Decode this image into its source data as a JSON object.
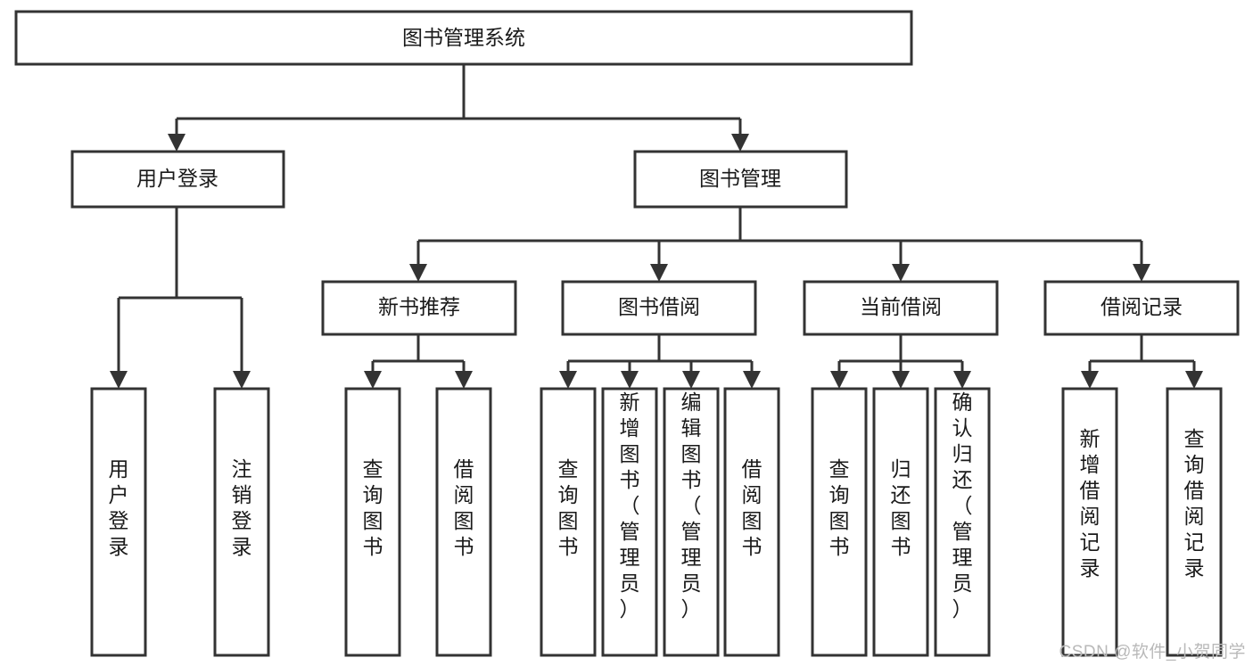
{
  "diagram": {
    "type": "tree-hierarchy",
    "title": "图书管理系统",
    "watermark": "CSDN @软件_小贺同学",
    "colors": {
      "stroke": "#333333",
      "fill": "#ffffff",
      "text": "#1a1a1a",
      "watermark": "#b9b9b9",
      "background": "#ffffff"
    },
    "levels": [
      {
        "level": 1,
        "nodes": [
          {
            "id": "root",
            "label": "图书管理系统",
            "orientation": "horizontal"
          }
        ]
      },
      {
        "level": 2,
        "nodes": [
          {
            "id": "user-login",
            "label": "用户登录",
            "orientation": "horizontal",
            "parent": "root"
          },
          {
            "id": "book-manage",
            "label": "图书管理",
            "orientation": "horizontal",
            "parent": "root"
          }
        ]
      },
      {
        "level": 3,
        "nodes": [
          {
            "id": "new-book-rec",
            "label": "新书推荐",
            "orientation": "horizontal",
            "parent": "book-manage"
          },
          {
            "id": "book-borrow",
            "label": "图书借阅",
            "orientation": "horizontal",
            "parent": "book-manage"
          },
          {
            "id": "current-borrow",
            "label": "当前借阅",
            "orientation": "horizontal",
            "parent": "book-manage"
          },
          {
            "id": "borrow-record",
            "label": "借阅记录",
            "orientation": "horizontal",
            "parent": "book-manage"
          }
        ]
      },
      {
        "level": 4,
        "nodes": [
          {
            "id": "leaf-user-login",
            "label": "用户登录",
            "orientation": "vertical",
            "parent": "user-login"
          },
          {
            "id": "leaf-logout",
            "label": "注销登录",
            "orientation": "vertical",
            "parent": "user-login"
          },
          {
            "id": "leaf-query-book-1",
            "label": "查询图书",
            "orientation": "vertical",
            "parent": "new-book-rec"
          },
          {
            "id": "leaf-borrow-book-1",
            "label": "借阅图书",
            "orientation": "vertical",
            "parent": "new-book-rec"
          },
          {
            "id": "leaf-query-book-2",
            "label": "查询图书",
            "orientation": "vertical",
            "parent": "book-borrow"
          },
          {
            "id": "leaf-add-book",
            "label": "新增图书（管理员）",
            "orientation": "vertical",
            "parent": "book-borrow"
          },
          {
            "id": "leaf-edit-book",
            "label": "编辑图书（管理员）",
            "orientation": "vertical",
            "parent": "book-borrow"
          },
          {
            "id": "leaf-borrow-book-2",
            "label": "借阅图书",
            "orientation": "vertical",
            "parent": "book-borrow"
          },
          {
            "id": "leaf-query-book-3",
            "label": "查询图书",
            "orientation": "vertical",
            "parent": "current-borrow"
          },
          {
            "id": "leaf-return-book",
            "label": "归还图书",
            "orientation": "vertical",
            "parent": "current-borrow"
          },
          {
            "id": "leaf-confirm-return",
            "label": "确认归还（管理员）",
            "orientation": "vertical",
            "parent": "current-borrow"
          },
          {
            "id": "leaf-add-record",
            "label": "新增借阅记录",
            "orientation": "vertical",
            "parent": "borrow-record"
          },
          {
            "id": "leaf-query-record",
            "label": "查询借阅记录",
            "orientation": "vertical",
            "parent": "borrow-record"
          }
        ]
      }
    ]
  }
}
